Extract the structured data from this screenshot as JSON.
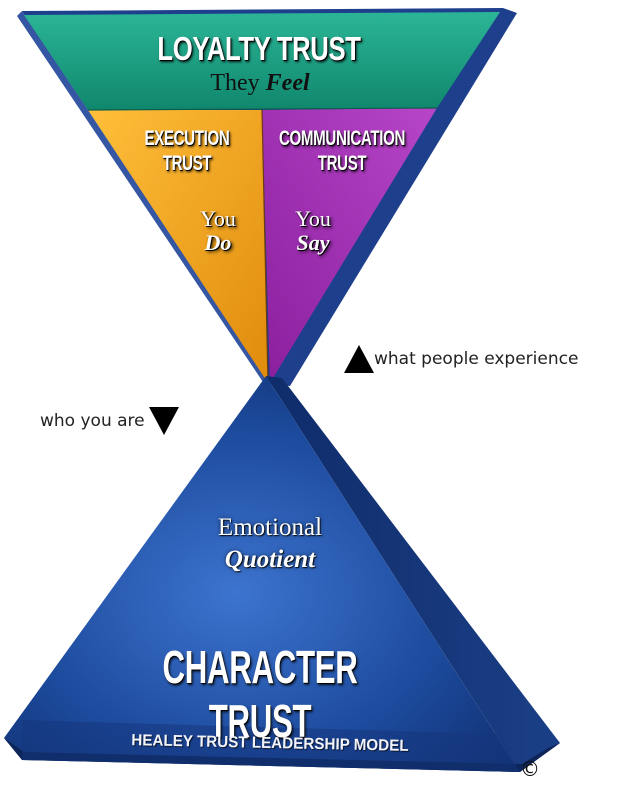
{
  "top": {
    "title": "LOYALTY TRUST",
    "subtitle_plain": "They",
    "subtitle_emph": "Feel",
    "left_panel": {
      "line1": "EXECUTION",
      "line2": "TRUST",
      "verb_plain": "You",
      "verb_emph": "Do"
    },
    "right_panel": {
      "line1": "COMMUNICATION",
      "line2": "TRUST",
      "verb_plain": "You",
      "verb_emph": "Say"
    }
  },
  "bottom": {
    "eq_plain": "Emotional",
    "eq_emph": "Quotient",
    "title": "CHARACTER TRUST",
    "model_name": "HEALEY TRUST LEADERSHIP MODEL"
  },
  "annotations": {
    "right_note": "what people experience",
    "left_note": "who you are",
    "copyright": "©"
  },
  "colors": {
    "top_band": "#1a9b80",
    "left_panel": "#f0a21c",
    "right_panel": "#a12fb2",
    "bottom_pyramid": "#1c4a9c",
    "frame": "#1e3a8a"
  }
}
